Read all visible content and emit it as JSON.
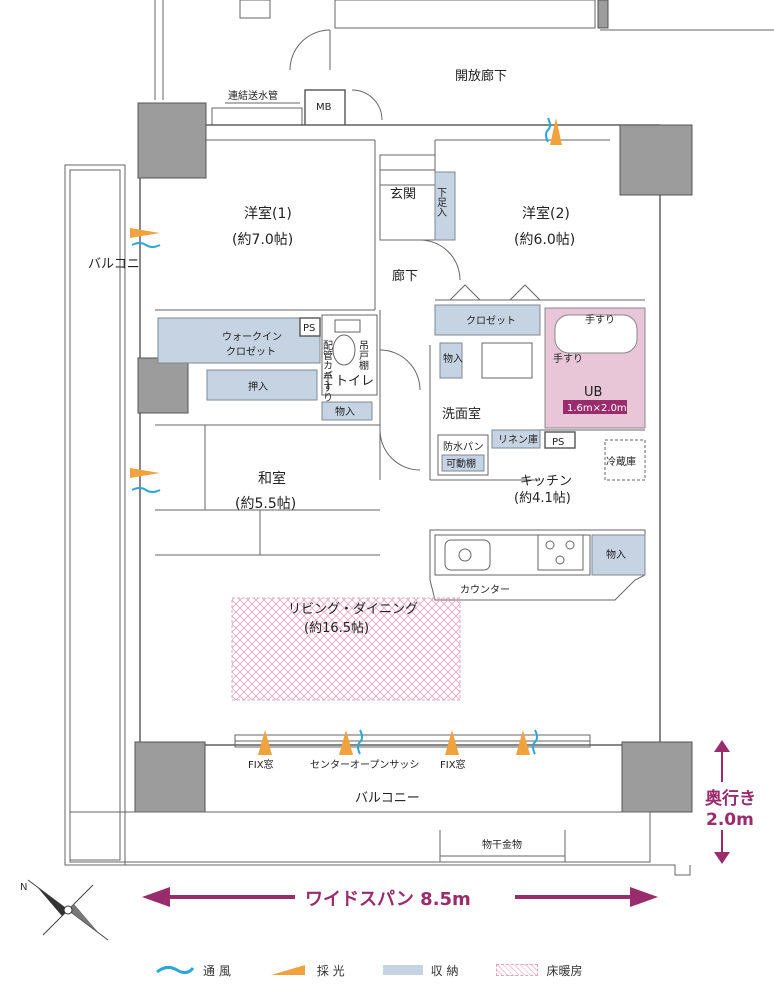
{
  "rooms": {
    "corridor_open": "開放廊下",
    "renketsu": "連結送水管",
    "mb": "MB",
    "genkan": "玄関",
    "shitabako": "下足入",
    "yoshitsu1_name": "洋室(1)",
    "yoshitsu1_size": "(約7.0帖)",
    "yoshitsu2_name": "洋室(2)",
    "yoshitsu2_size": "(約6.0帖)",
    "roka": "廊下",
    "balcony_left": "バルコニー",
    "walkin_line1": "ウォークイン",
    "walkin_line2": "クロゼット",
    "ps1": "PS",
    "haikan": "配管カバー",
    "tsuritodana": "吊戸棚",
    "tesuri_toilet": "手すり",
    "toilet": "トイレ",
    "oshiire": "押入",
    "monoire_small": "物入",
    "closet2": "クロゼット",
    "monoire_mid": "物入",
    "tesuri_bath1": "手すり",
    "tesuri_bath2": "手すり",
    "ub": "UB",
    "ub_size": "1.6m×2.0m",
    "senmenshitsu": "洗面室",
    "bosui_line1": "防水パン",
    "bosui_line2": "可動棚",
    "linen": "リネン庫",
    "ps2": "PS",
    "reizoko": "冷蔵庫",
    "washitsu_name": "和室",
    "washitsu_size": "(約5.5帖)",
    "kitchen_name": "キッチン",
    "kitchen_size": "(約4.1帖)",
    "monoire_kitchen": "物入",
    "counter": "カウンター",
    "living_name": "リビング・ダイニング",
    "living_size": "(約16.5帖)",
    "fix1": "FIX窓",
    "center_open": "センターオープンサッシ",
    "fix2": "FIX窓",
    "balcony_bottom": "バルコニー",
    "monohoshi": "物干金物"
  },
  "callouts": {
    "depth_title": "奥行き",
    "depth_value": "2.0m",
    "span_label": "ワイドスパン 8.5m"
  },
  "legend": {
    "items": [
      {
        "label": "通 風",
        "kind": "wind",
        "color": "#2aa7d8"
      },
      {
        "label": "採 光",
        "kind": "light",
        "color": "#f0a23c"
      },
      {
        "label": "収 納",
        "kind": "storage",
        "color": "#c5d3e3"
      },
      {
        "label": "床暖房",
        "kind": "floorheat",
        "color": "#e7a4bf"
      }
    ]
  },
  "colors": {
    "accent_magenta": "#9a2b6d",
    "ub_fill": "#e8c6d8",
    "storage": "#c5d3e3",
    "pillar": "#9c9c9c"
  }
}
